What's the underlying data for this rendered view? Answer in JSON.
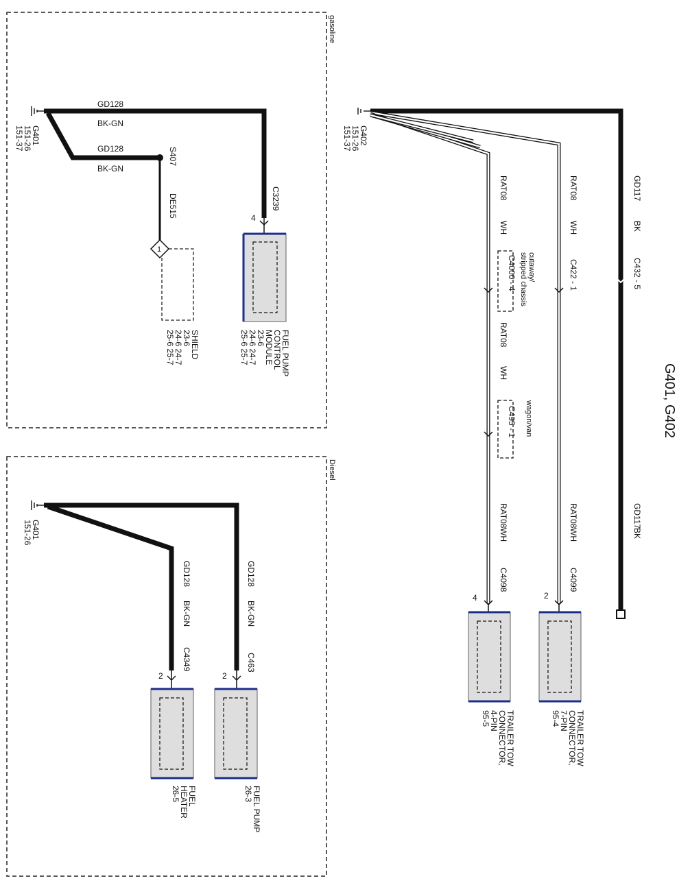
{
  "title": "G401, G402",
  "sections": {
    "gasoline": "gasoline",
    "diesel": "Diesel"
  },
  "grounds": {
    "g401_top": [
      "G401",
      "151-26",
      "151-37"
    ],
    "g402": [
      "G402",
      "151-26",
      "151-37"
    ],
    "g401_diesel": [
      "G401",
      "151-26"
    ]
  },
  "gasoline": {
    "wire1": {
      "circuit": "GD128",
      "color": "BK-GN"
    },
    "wire2": {
      "circuit": "GD128",
      "color": "BK-GN"
    },
    "splice": "S407",
    "drain": "DE515",
    "connector": "C3239",
    "pin": "4",
    "shield_marker": "1",
    "fpcm": [
      "FUEL PUMP",
      "CONTROL",
      "MODULE",
      "23-6",
      "24-6  24-7",
      "25-6  25-7"
    ],
    "shield": [
      "SHIELD",
      "23-6",
      "24-6  24-7",
      "25-6  25-7"
    ]
  },
  "g402_wiring": {
    "gd117_a": {
      "circuit": "GD117",
      "color": "BK"
    },
    "gd117_b": {
      "circuit": "GD117",
      "color": "BK"
    },
    "c432": "C432 - 5",
    "rat_a": {
      "circuit": "RAT08",
      "color": "WH"
    },
    "rat_b": {
      "circuit": "RAT08",
      "color": "WH"
    },
    "c422": "C422 - 1",
    "rat_c": {
      "circuit": "RAT08",
      "color": "WH"
    },
    "c4000": "C4000 - 4",
    "c4000_note": [
      "cutaway/",
      "stripped chassis"
    ],
    "rat_d": {
      "circuit": "RAT08",
      "color": "WH"
    },
    "c495": "C495 - 1",
    "c495_note": "wagon/van",
    "rat_e": {
      "circuit": "RAT08",
      "color": "WH"
    },
    "c4098": "C4098",
    "c4098_pin": "4",
    "rat_f": {
      "circuit": "RAT08",
      "color": "WH"
    },
    "c4099": "C4099",
    "c4099_pin": "2",
    "tow4": [
      "TRAILER TOW",
      "CONNECTOR,",
      "4-PIN",
      "95-5"
    ],
    "tow7": [
      "TRAILER TOW",
      "CONNECTOR,",
      "7-PIN",
      "95-4"
    ]
  },
  "diesel": {
    "wire_heater": {
      "circuit": "GD128",
      "color": "BK-GN"
    },
    "wire_pump": {
      "circuit": "GD128",
      "color": "BK-GN"
    },
    "c4349": "C4349",
    "c4349_pin": "2",
    "c463": "C463",
    "c463_pin": "2",
    "heater": [
      "FUEL",
      "HEATER",
      "26-5"
    ],
    "pump": [
      "FUEL PUMP",
      "26-3"
    ]
  }
}
